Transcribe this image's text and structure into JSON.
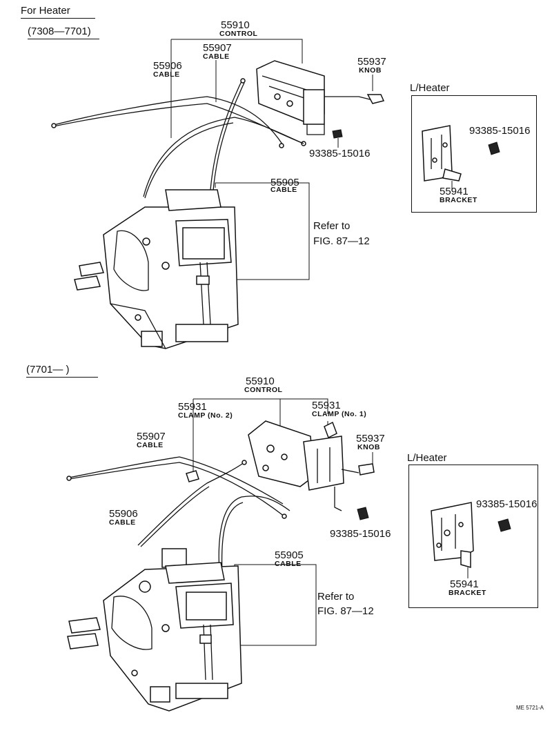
{
  "sections": {
    "top": {
      "heading": "For Heater",
      "range": "(7308—7701)",
      "control_num": "55910",
      "control_lbl": "CONTROL",
      "cable907_num": "55907",
      "cable907_lbl": "CABLE",
      "cable906_num": "55906",
      "cable906_lbl": "CABLE",
      "knob_num": "55937",
      "knob_lbl": "KNOB",
      "screw_num": "93385-15016",
      "cable905_num": "55905",
      "cable905_lbl": "CABLE",
      "refer_line1": "Refer to",
      "refer_line2": "FIG. 87—12",
      "lheater": {
        "title": "L/Heater",
        "screw_num": "93385-15016",
        "bracket_num": "55941",
        "bracket_lbl": "BRACKET"
      }
    },
    "bottom": {
      "range": "(7701—      )",
      "control_num": "55910",
      "control_lbl": "CONTROL",
      "clamp2_num": "55931",
      "clamp2_lbl": "CLAMP (No. 2)",
      "clamp1_num": "55931",
      "clamp1_lbl": "CLAMP (No. 1)",
      "cable907_num": "55907",
      "cable907_lbl": "CABLE",
      "knob_num": "55937",
      "knob_lbl": "KNOB",
      "cable906_num": "55906",
      "cable906_lbl": "CABLE",
      "screw_num": "93385-15016",
      "cable905_num": "55905",
      "cable905_lbl": "CABLE",
      "refer_line1": "Refer to",
      "refer_line2": "FIG. 87—12",
      "lheater": {
        "title": "L/Heater",
        "screw_num": "93385-15016",
        "bracket_num": "55941",
        "bracket_lbl": "BRACKET"
      }
    }
  },
  "footer": {
    "code": "ME 5721-A"
  }
}
